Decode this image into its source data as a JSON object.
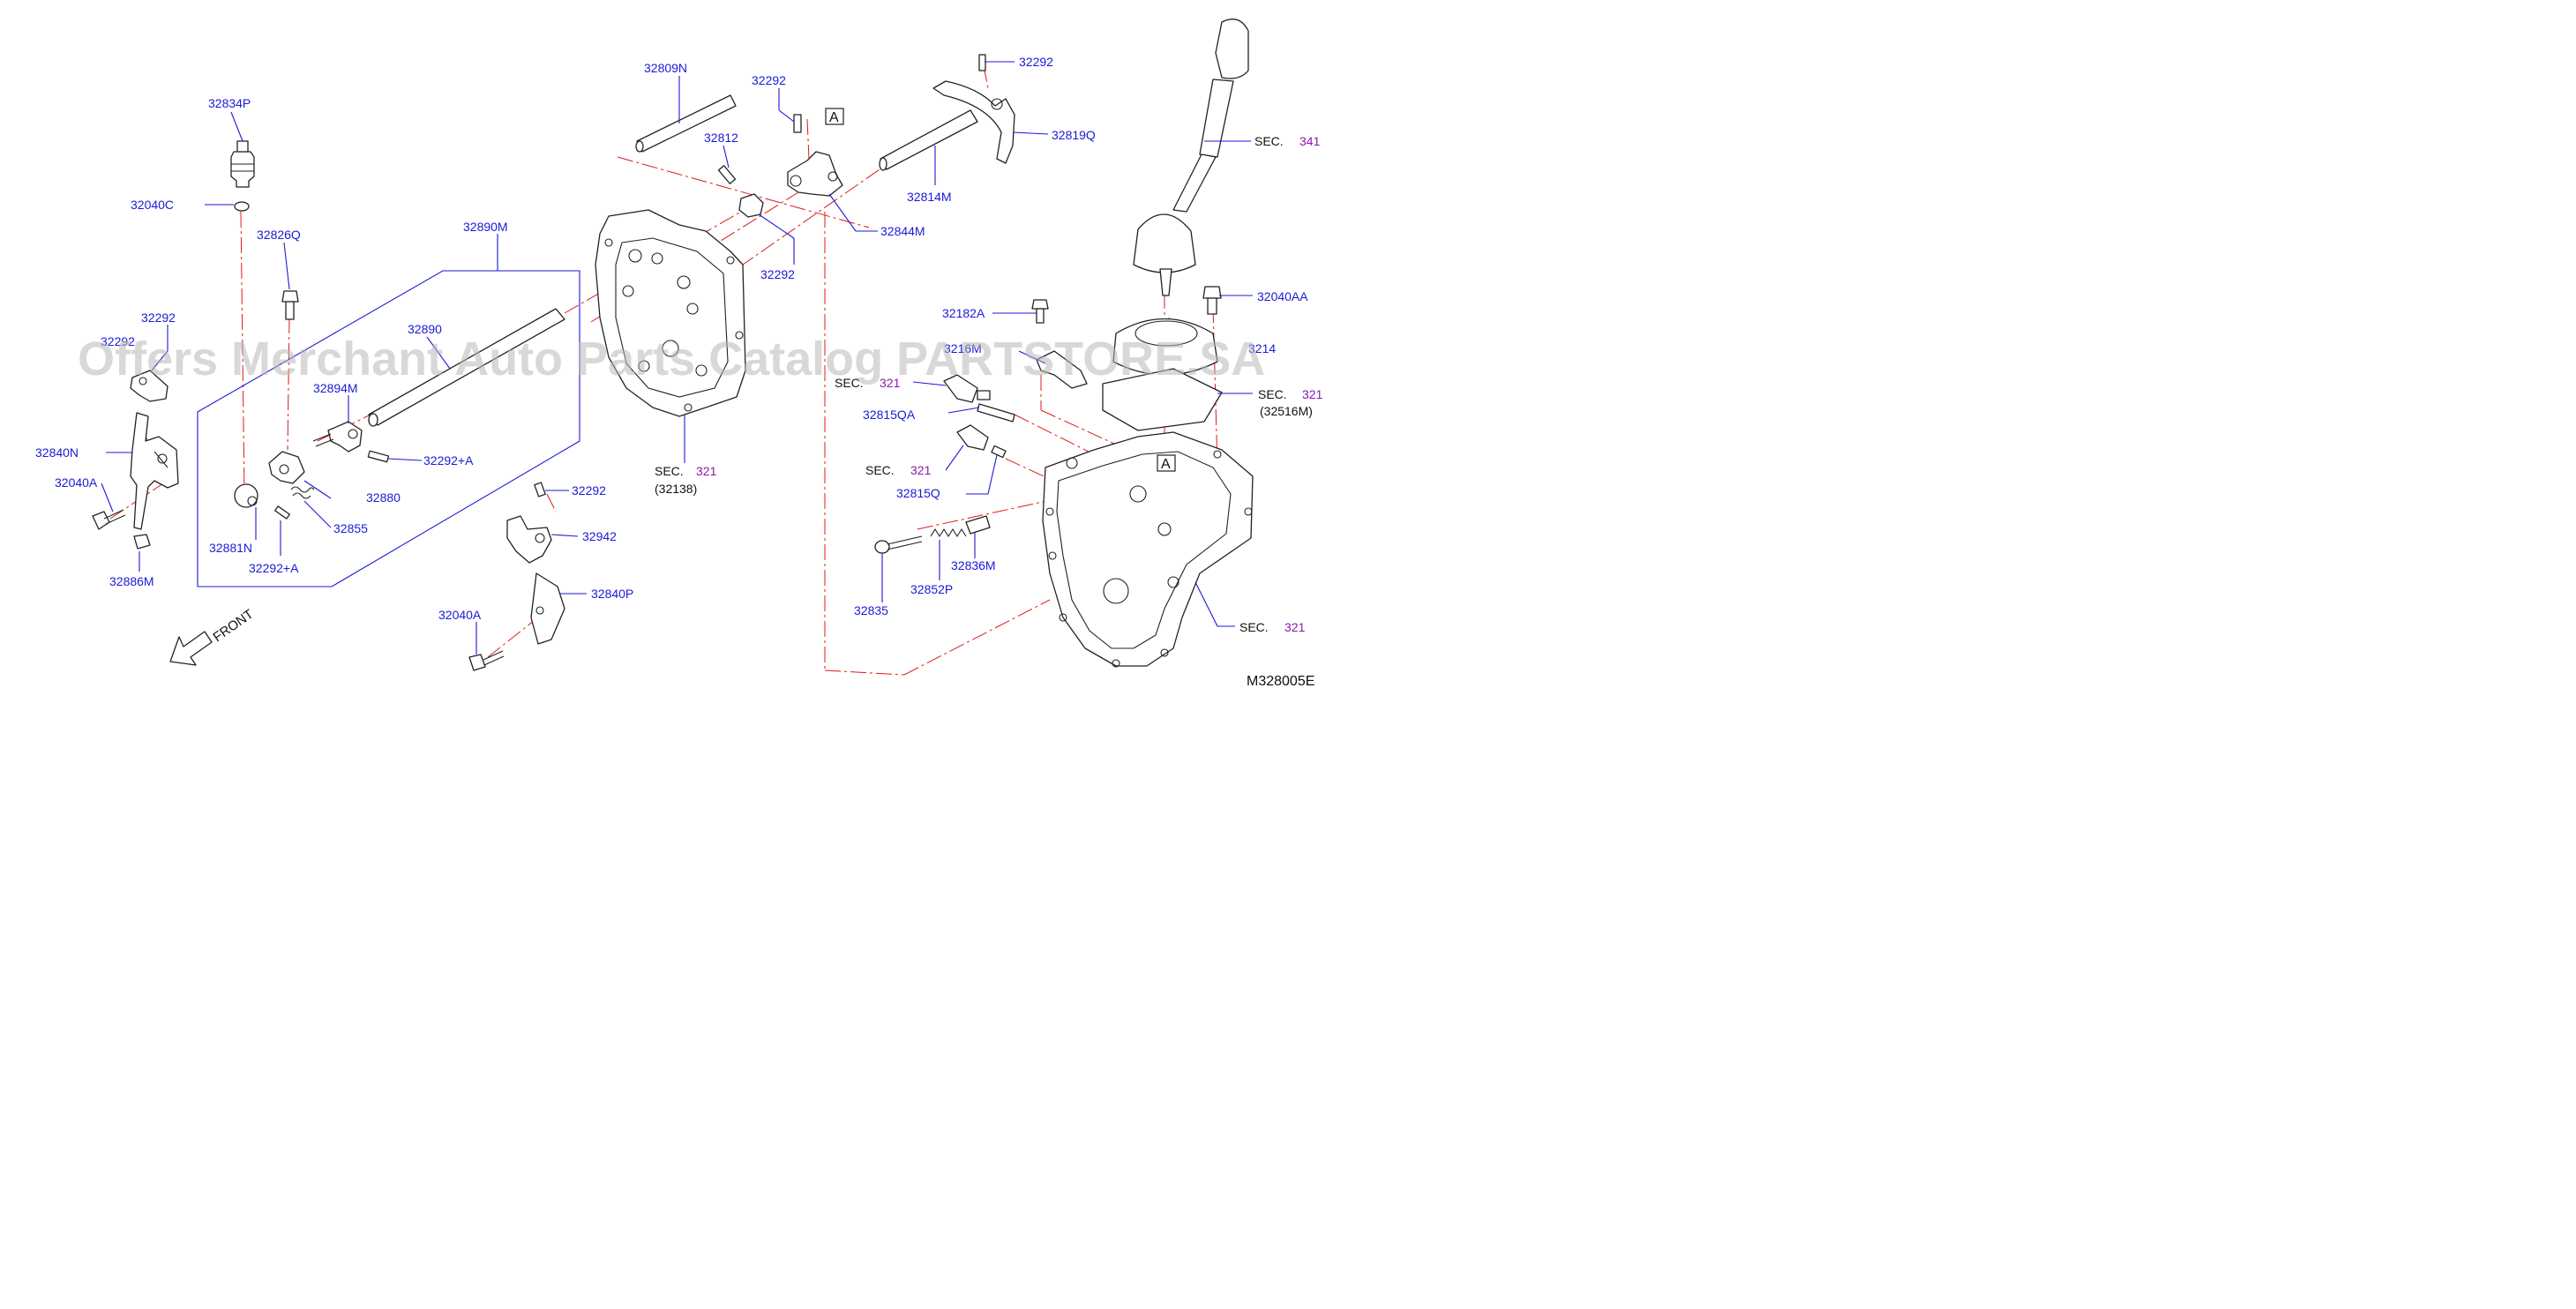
{
  "parts": {
    "p32834P": "32834P",
    "p32040C": "32040C",
    "p32826Q": "32826Q",
    "p32890M": "32890M",
    "p32890": "32890",
    "p32894M": "32894M",
    "p32292_left": "32292",
    "p32292_left2": "32292",
    "p32840N": "32840N",
    "p32040A_left": "32040A",
    "p32886M": "32886M",
    "p32881N": "32881N",
    "p32292A_lower": "32292+A",
    "p32855": "32855",
    "p32880": "32880",
    "p32292A_mid": "32292+A",
    "p32809N": "32809N",
    "p32292_top": "32292",
    "p32812": "32812",
    "p32292_nut": "32292",
    "p32844M": "32844M",
    "p32814M": "32814M",
    "p32292_fork": "32292",
    "p32819Q": "32819Q",
    "p32292_pin": "32292",
    "p32942": "32942",
    "p32840P": "32840P",
    "p32040A_bottom": "32040A",
    "p32182A": "32182A",
    "p3216M": "3216M",
    "p32815QA": "32815QA",
    "p32815Q": "32815Q",
    "p32836M": "32836M",
    "p32852P": "32852P",
    "p32835": "32835",
    "p32040AA": "32040AA",
    "p3214": "3214"
  },
  "sections": {
    "sec_prefix": "SEC.",
    "sec341": "341",
    "sec321_case": "321",
    "sec321_case_sub": "(32138)",
    "sec321_switch1": "321",
    "sec321_switch2": "321",
    "sec321_gasket": "321",
    "sec321_gasket_sub": "(32516M)",
    "sec321_trans": "321"
  },
  "reference": {
    "A": "A"
  },
  "front_label": "FRONT",
  "diagram_code": "M328005E",
  "watermark": "Offers Merchant Auto Parts Catalog PARTSTORE.SA",
  "colors": {
    "label": "#1a1ad6",
    "section_number": "#8a1aa8",
    "centerline": "#e01818"
  }
}
